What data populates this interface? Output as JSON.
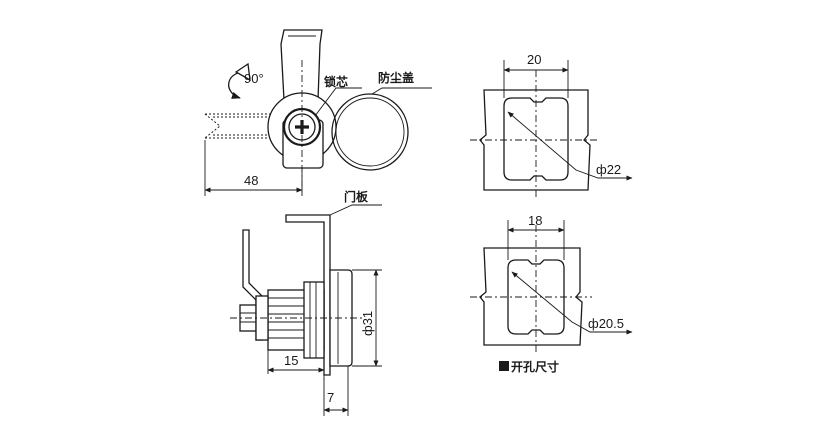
{
  "labels": {
    "rotation": "90°",
    "lock_core": "锁芯",
    "dust_cover": "防尘盖",
    "door_panel": "门板",
    "cutout_size": "开孔尺寸"
  },
  "dimensions": {
    "reach_48": "48",
    "hole1_width": "20",
    "hole1_diameter": "ф22",
    "hole2_width": "18",
    "hole2_diameter": "ф20.5",
    "body_diameter": "ф31",
    "depth_15": "15",
    "panel_7": "7"
  },
  "colors": {
    "ink": "#1a1a1a",
    "background": "#ffffff"
  }
}
